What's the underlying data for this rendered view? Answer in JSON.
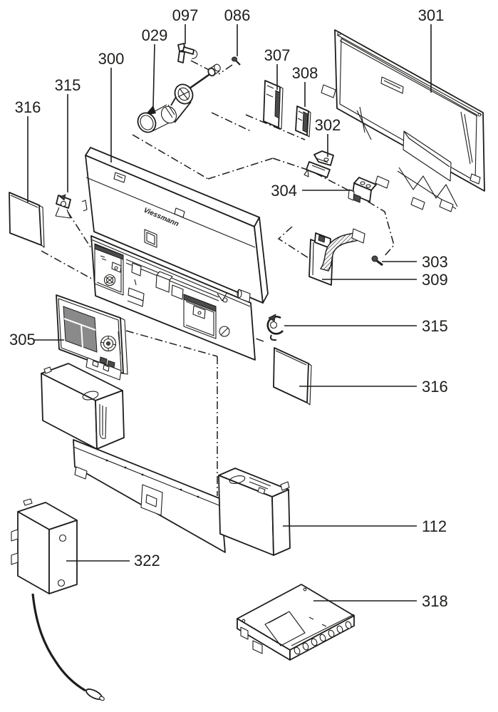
{
  "diagram": {
    "type": "exploded-parts-diagram",
    "brand_logo": "Viessmann",
    "labels": [
      {
        "text": "097"
      },
      {
        "text": "086"
      },
      {
        "text": "029"
      },
      {
        "text": "300"
      },
      {
        "text": "307"
      },
      {
        "text": "308"
      },
      {
        "text": "301"
      },
      {
        "text": "302"
      },
      {
        "text": "304"
      },
      {
        "text": "303"
      },
      {
        "text": "309"
      },
      {
        "text": "315"
      },
      {
        "text": "316"
      },
      {
        "text": "305"
      },
      {
        "text": "112"
      },
      {
        "text": "322"
      },
      {
        "text": "318"
      },
      {
        "text": "316"
      },
      {
        "text": "315"
      }
    ]
  }
}
